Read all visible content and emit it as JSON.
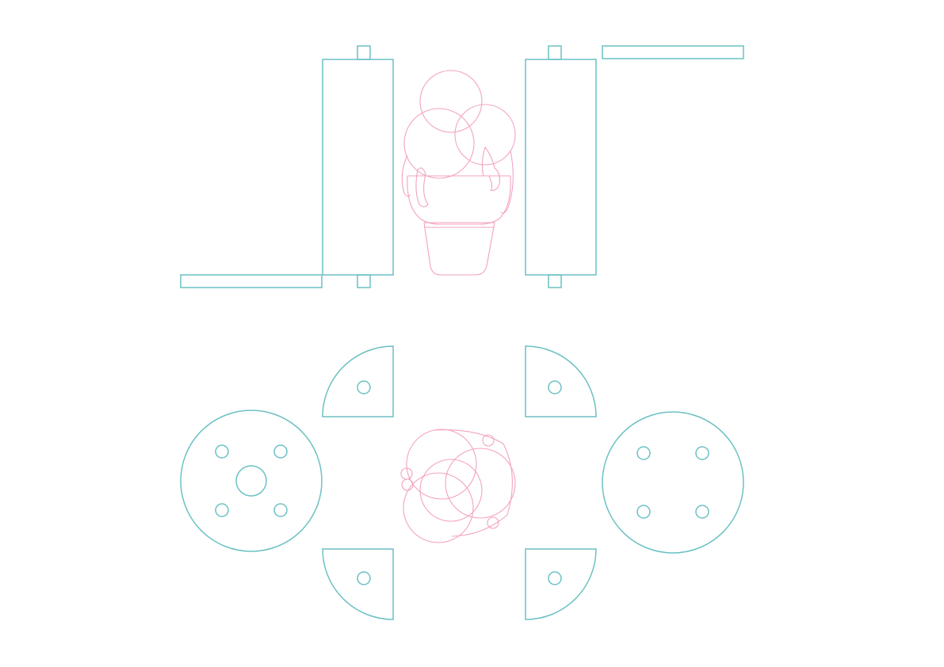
{
  "colors": {
    "hardware": "#6cc1c4",
    "figure": "#f3a3bf",
    "background": "#ffffff"
  },
  "views": [
    {
      "name": "elevation-view",
      "parts": [
        "door-panel-left",
        "door-panel-right",
        "drum-left",
        "drum-right",
        "figure-front"
      ]
    },
    {
      "name": "plan-view",
      "parts": [
        "flange-left",
        "flange-right",
        "quarter-plate-top-left",
        "quarter-plate-top-right",
        "quarter-plate-bottom-left",
        "quarter-plate-bottom-right",
        "figure-top"
      ]
    }
  ]
}
